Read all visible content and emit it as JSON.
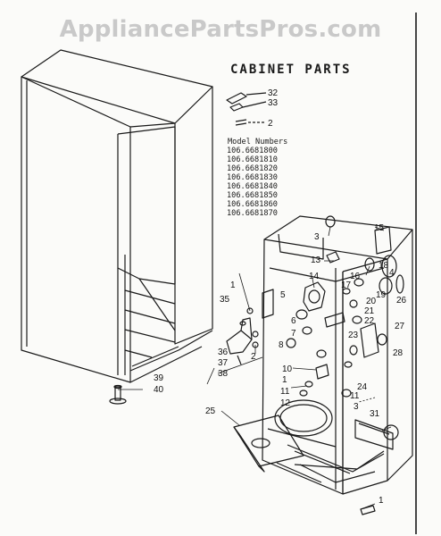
{
  "watermark": "AppliancePartsPros.com",
  "title": "CABINET PARTS",
  "model_heading": "Model Numbers",
  "model_numbers": [
    "106.6681800",
    "106.6681810",
    "106.6681820",
    "106.6681830",
    "106.6681840",
    "106.6681850",
    "106.6681860",
    "106.6681870"
  ],
  "callouts": [
    "32",
    "33",
    "2",
    "3",
    "15",
    "13",
    "14",
    "18",
    "16",
    "4",
    "17",
    "26",
    "5",
    "1",
    "19",
    "35",
    "6",
    "21",
    "20",
    "22",
    "27",
    "7",
    "23",
    "8",
    "36",
    "37",
    "2",
    "28",
    "38",
    "10",
    "39",
    "40",
    "1",
    "24",
    "11",
    "11",
    "12",
    "3",
    "25",
    "31",
    "1"
  ],
  "colors": {
    "ink": "#1a1a1a",
    "watermark": "#c9c9c9",
    "paper": "#fbfbf9"
  }
}
